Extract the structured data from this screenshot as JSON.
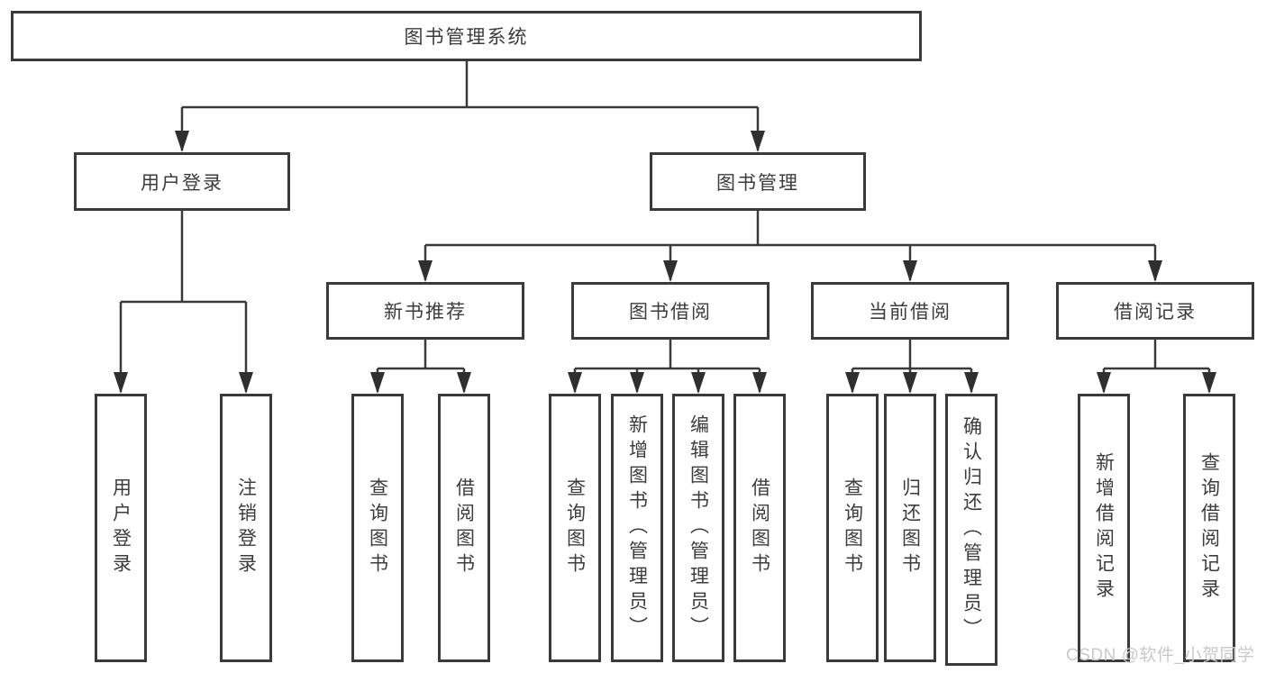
{
  "diagram_title": "图书管理系统",
  "tree": {
    "label": "图书管理系统",
    "children": [
      {
        "label": "用户登录",
        "children": [
          {
            "label": "用户登录"
          },
          {
            "label": "注销登录"
          }
        ]
      },
      {
        "label": "图书管理",
        "children": [
          {
            "label": "新书推荐",
            "children": [
              {
                "label": "查询图书"
              },
              {
                "label": "借阅图书"
              }
            ]
          },
          {
            "label": "图书借阅",
            "children": [
              {
                "label": "查询图书"
              },
              {
                "label": "新增图书（管理员）"
              },
              {
                "label": "编辑图书（管理员）"
              },
              {
                "label": "借阅图书"
              }
            ]
          },
          {
            "label": "当前借阅",
            "children": [
              {
                "label": "查询图书"
              },
              {
                "label": "归还图书"
              },
              {
                "label": "确认归还（管理员）"
              }
            ]
          },
          {
            "label": "借阅记录",
            "children": [
              {
                "label": "新增借阅记录"
              },
              {
                "label": "查询借阅记录"
              }
            ]
          }
        ]
      }
    ]
  },
  "watermark": {
    "text": "CSDN @软件_小贺同学"
  },
  "colors": {
    "line": "#3a3a3a",
    "border": "#3a3a3a",
    "text": "#3c3c3c",
    "background": "#ffffff",
    "watermark": "#c9c9c9"
  }
}
